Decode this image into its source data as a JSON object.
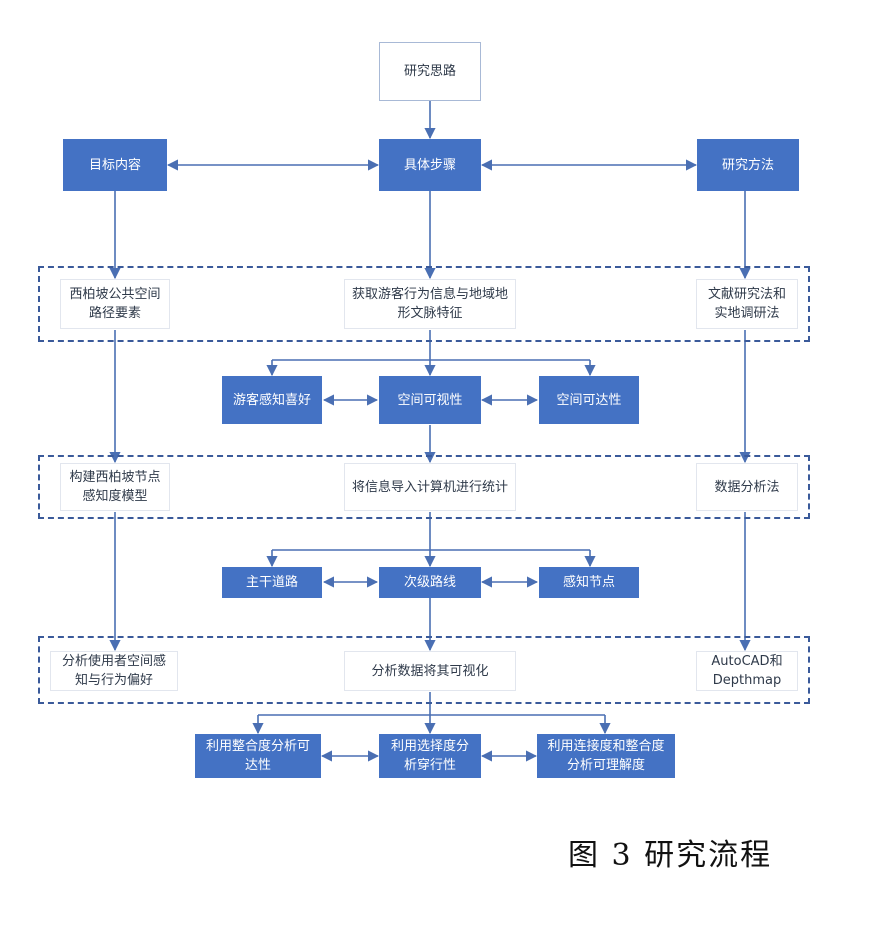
{
  "diagram": {
    "top": "研究思路",
    "row1": {
      "left": "目标内容",
      "center": "具体步骤",
      "right": "研究方法"
    },
    "band1": {
      "left": "西柏坡公共空间路径要素",
      "center": "获取游客行为信息与地域地形文脉特征",
      "right": "文献研究法和实地调研法"
    },
    "row2": {
      "left": "游客感知喜好",
      "center": "空间可视性",
      "right": "空间可达性"
    },
    "band2": {
      "left": "构建西柏坡节点感知度模型",
      "center": "将信息导入计算机进行统计",
      "right": "数据分析法"
    },
    "row3": {
      "left": "主干道路",
      "center": "次级路线",
      "right": "感知节点"
    },
    "band3": {
      "left": "分析使用者空间感知与行为偏好",
      "center": "分析数据将其可视化",
      "right": "AutoCAD和Depthmap"
    },
    "row4": {
      "left": "利用整合度分析可达性",
      "center": "利用选择度分析穿行性",
      "right": "利用连接度和整合度分析可理解度"
    }
  },
  "caption": "图 3  研究流程",
  "colors": {
    "box_fill": "#4472c4",
    "line": "#4a6fb3",
    "band_border": "#3a5a9a"
  }
}
